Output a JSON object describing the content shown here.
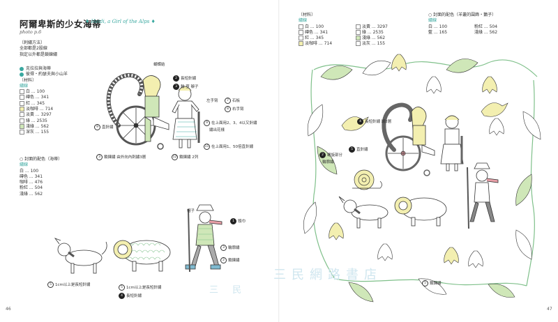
{
  "left": {
    "title": "阿爾卑斯的少女海蒂",
    "subtitle": "Heidi, a Girl of the Alps",
    "photo": "photo p.6",
    "method_head": "〔刺繡方法〕",
    "method_lines": [
      "全部都是2股線",
      "指定以外都是鎖鍊繡"
    ],
    "colors_a": [
      "克拉拉與海蒂",
      "彼得・約瑟夫與小山羊"
    ],
    "material_head": "〔材料〕",
    "thread_head": "繡線",
    "threads": [
      {
        "name": "白",
        "code": "100"
      },
      {
        "name": "磚色",
        "code": "341"
      },
      {
        "name": "紅",
        "code": "345"
      },
      {
        "name": "淡咖啡",
        "code": "714"
      },
      {
        "name": "淡黃",
        "code": "3297"
      },
      {
        "name": "綠",
        "code": "2535"
      },
      {
        "name": "淺綠",
        "code": "562"
      },
      {
        "name": "深灰",
        "code": "155"
      }
    ],
    "alt_head": "○ 封面的配色（海蒂）",
    "alt_thread_head": "繡線",
    "alt_threads": [
      {
        "name": "白",
        "code": "100"
      },
      {
        "name": "磚色",
        "code": "341"
      },
      {
        "name": "咖啡",
        "code": "476"
      },
      {
        "name": "粉紅",
        "code": "504"
      },
      {
        "name": "淺綠",
        "code": "562"
      }
    ],
    "labels": {
      "hair": "蝴蝶結",
      "satin2": "長短針繡",
      "fill": "輪廓繡",
      "ribbon": "輪 莖 辮子",
      "left_arm": "左手臂",
      "stone": "石板",
      "right_arm": "右手臂",
      "straight": "直針繡",
      "outline": "鎖鍊繡 由外向內刺繡3層",
      "twist": "在上面用2、3、4以又針繡",
      "twist2": "繡出花樣",
      "long": "在上面用1、50倍直針繡",
      "chain_back": "鎖鍊繡 2列",
      "fur": "1cm以上是長短針繡",
      "long_stitch": "長短針繡",
      "chain2": "1cm以上是長短針繡",
      "hat": "帽子",
      "scarf": "頭巾",
      "outline2": "輪廓繡",
      "fill2": "鎖鍊繡"
    },
    "page_number": "46"
  },
  "right": {
    "material_head": "〔材料〕",
    "thread_head": "繡線",
    "threads_col1": [
      {
        "name": "白",
        "code": "100"
      },
      {
        "name": "磚色",
        "code": "341"
      },
      {
        "name": "紅",
        "code": "345"
      },
      {
        "name": "淡咖啡",
        "code": "714"
      }
    ],
    "threads_col2": [
      {
        "name": "淡黃",
        "code": "3297"
      },
      {
        "name": "綠",
        "code": "2535"
      },
      {
        "name": "淺綠",
        "code": "562"
      },
      {
        "name": "淡灰",
        "code": "155"
      }
    ],
    "alt_head": "○ 封面的配色（羊叢的圍飾・鵝子）",
    "alt_thread_head": "繡線",
    "alt_threads_col1": [
      {
        "name": "白",
        "code": "100"
      },
      {
        "name": "藍",
        "code": "165"
      }
    ],
    "alt_threads_col2": [
      {
        "name": "粉紅",
        "code": "504"
      },
      {
        "name": "淺綠",
        "code": "562"
      }
    ],
    "labels": {
      "long": "長短針繡 繡2層",
      "straight": "直針繡",
      "snail": "螺旋部分",
      "snail2": "輪廓繡",
      "chain": "鎖鍊繡"
    },
    "page_number": "47"
  },
  "watermark": "三民網路書店",
  "watermark_small": "三 民",
  "colors": {
    "teal": "#3aa8a0",
    "green": "#7fc08a",
    "lightgreen": "#cfe7b8",
    "yellow": "#f3efb0",
    "gray": "#8a8a8a",
    "pink": "#e8a0a8",
    "darkgray": "#555555"
  }
}
